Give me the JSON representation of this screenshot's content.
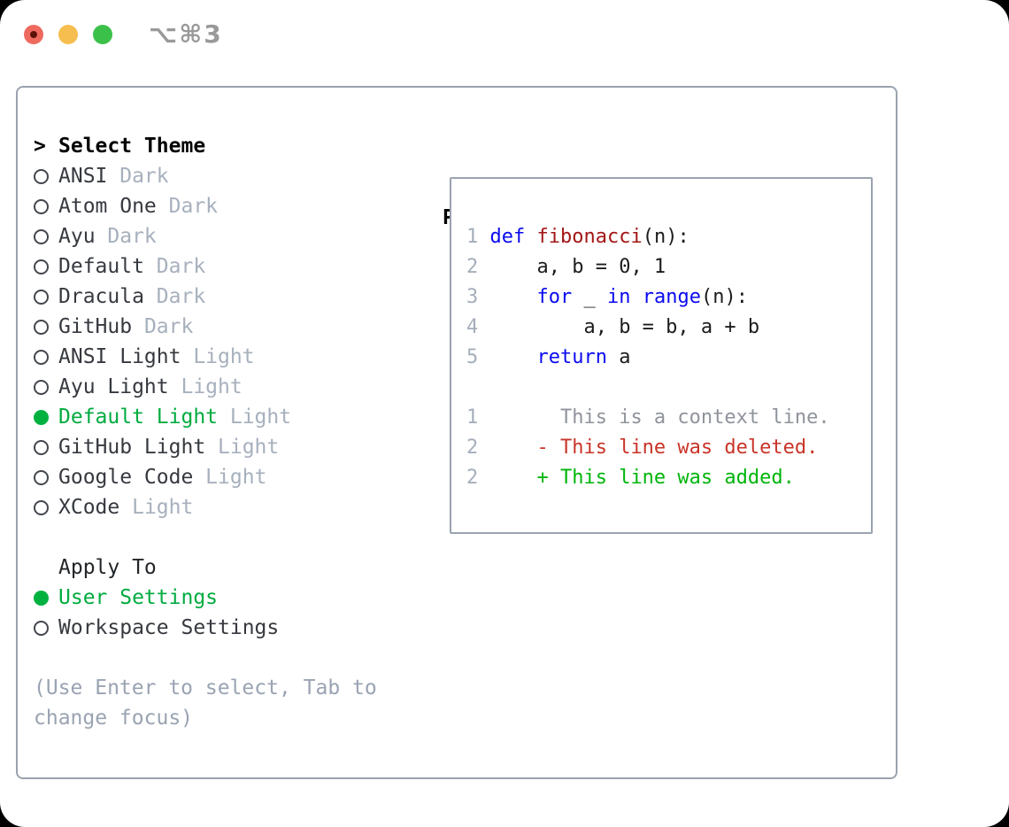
{
  "window": {
    "shortcut": "⌥⌘3",
    "traffic_lights": [
      "close",
      "minimize",
      "zoom"
    ]
  },
  "theme_panel": {
    "title_prefix": ">",
    "title": "Select Theme",
    "items": [
      {
        "name": "ANSI",
        "variant": "Dark",
        "selected": false
      },
      {
        "name": "Atom One",
        "variant": "Dark",
        "selected": false
      },
      {
        "name": "Ayu",
        "variant": "Dark",
        "selected": false
      },
      {
        "name": "Default",
        "variant": "Dark",
        "selected": false
      },
      {
        "name": "Dracula",
        "variant": "Dark",
        "selected": false
      },
      {
        "name": "GitHub",
        "variant": "Dark",
        "selected": false
      },
      {
        "name": "ANSI Light",
        "variant": "Light",
        "selected": false
      },
      {
        "name": "Ayu Light",
        "variant": "Light",
        "selected": false
      },
      {
        "name": "Default Light",
        "variant": "Light",
        "selected": true
      },
      {
        "name": "GitHub Light",
        "variant": "Light",
        "selected": false
      },
      {
        "name": "Google Code",
        "variant": "Light",
        "selected": false
      },
      {
        "name": "XCode",
        "variant": "Light",
        "selected": false
      }
    ],
    "apply_to": {
      "title": "Apply To",
      "options": [
        {
          "label": "User Settings",
          "selected": true
        },
        {
          "label": "Workspace Settings",
          "selected": false
        }
      ]
    },
    "help_text": "(Use Enter to select, Tab to change focus)"
  },
  "preview": {
    "title": "Preview",
    "code_lines": [
      {
        "num": "1",
        "segments": [
          [
            "def",
            "kw"
          ],
          [
            " ",
            "plain"
          ],
          [
            "fibonacci",
            "fn"
          ],
          [
            "(n):",
            "plain"
          ]
        ]
      },
      {
        "num": "2",
        "segments": [
          [
            "    a, b = 0, 1",
            "plain"
          ]
        ]
      },
      {
        "num": "3",
        "segments": [
          [
            "    ",
            "plain"
          ],
          [
            "for",
            "kw"
          ],
          [
            " _ ",
            "plain"
          ],
          [
            "in",
            "kw"
          ],
          [
            " ",
            "plain"
          ],
          [
            "range",
            "kw"
          ],
          [
            "(n):",
            "plain"
          ]
        ]
      },
      {
        "num": "4",
        "segments": [
          [
            "        a, b = b, a + b",
            "plain"
          ]
        ]
      },
      {
        "num": "5",
        "segments": [
          [
            "    ",
            "plain"
          ],
          [
            "return",
            "kw"
          ],
          [
            " a",
            "plain"
          ]
        ]
      },
      {
        "num": "",
        "segments": []
      },
      {
        "num": "1",
        "segments": [
          [
            "      This is a context line.",
            "ctx"
          ]
        ]
      },
      {
        "num": "2",
        "segments": [
          [
            "    - This line was deleted.",
            "del"
          ]
        ]
      },
      {
        "num": "2",
        "segments": [
          [
            "    + This line was added.",
            "add"
          ]
        ]
      }
    ]
  },
  "colors": {
    "accent_green": "#00B140",
    "selected_text_green": "#00AB3F",
    "keyword_blue": "#0A0AF0",
    "function_red": "#A31515",
    "deleted_red": "#C93428",
    "added_green": "#00B50A",
    "context_gray": "#8F939B",
    "muted_gray": "#A7B0BD",
    "line_number_gray": "#A5AEBB",
    "item_text": "#36393F",
    "help_gray": "#9AA3B2",
    "border_gray": "#9AA3AF",
    "traffic_red": "#EE6A5F",
    "traffic_yellow": "#F5BE4F",
    "traffic_green": "#3BC14A"
  }
}
